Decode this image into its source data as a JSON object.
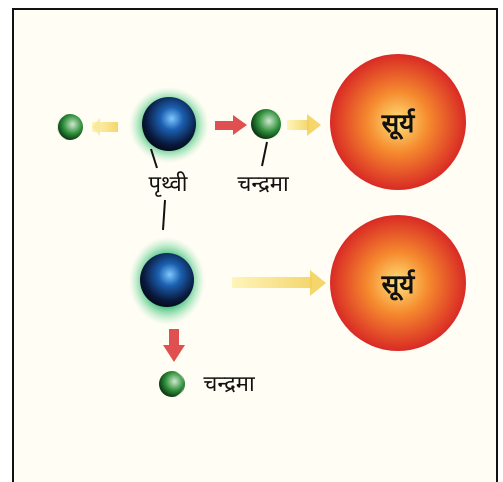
{
  "top_row": {
    "earth_label": "पृथ्वी",
    "moon_label": "चन्द्रमा",
    "sun_label": "सूर्य"
  },
  "bottom_row": {
    "moon_label": "चन्द्रमा",
    "sun_label": "सूर्य"
  },
  "colors": {
    "sun_outer": "#e0312a",
    "sun_mid": "#f26a2a",
    "sun_inner": "#ffd36b",
    "light_arrow": "#f5e07a",
    "red_arrow": "#dc4a4a",
    "earth_dark": "#0b1f4a",
    "earth_glow": "#4ec38a",
    "moon_green": "#2f8f3a"
  }
}
